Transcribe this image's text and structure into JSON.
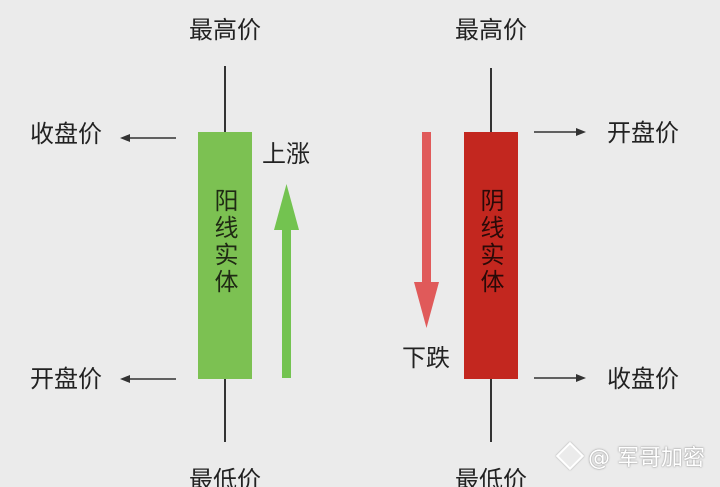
{
  "colors": {
    "bullish_body": "#7cc152",
    "bullish_arrow": "#73c350",
    "bearish_body": "#c3271f",
    "bearish_arrow": "#e05a5a",
    "line": "#333333",
    "background": "#ebebeb"
  },
  "bullish": {
    "high_label": "最高价",
    "low_label": "最低价",
    "close_label": "收盘价",
    "open_label": "开盘价",
    "body_label": "阳线实体",
    "trend_label": "上涨"
  },
  "bearish": {
    "high_label": "最高价",
    "low_label": "最低价",
    "open_label": "开盘价",
    "close_label": "收盘价",
    "body_label": "阴线实体",
    "trend_label": "下跌"
  },
  "watermark": {
    "icon": "diamond-logo-icon",
    "text": "@ 军哥加密"
  }
}
